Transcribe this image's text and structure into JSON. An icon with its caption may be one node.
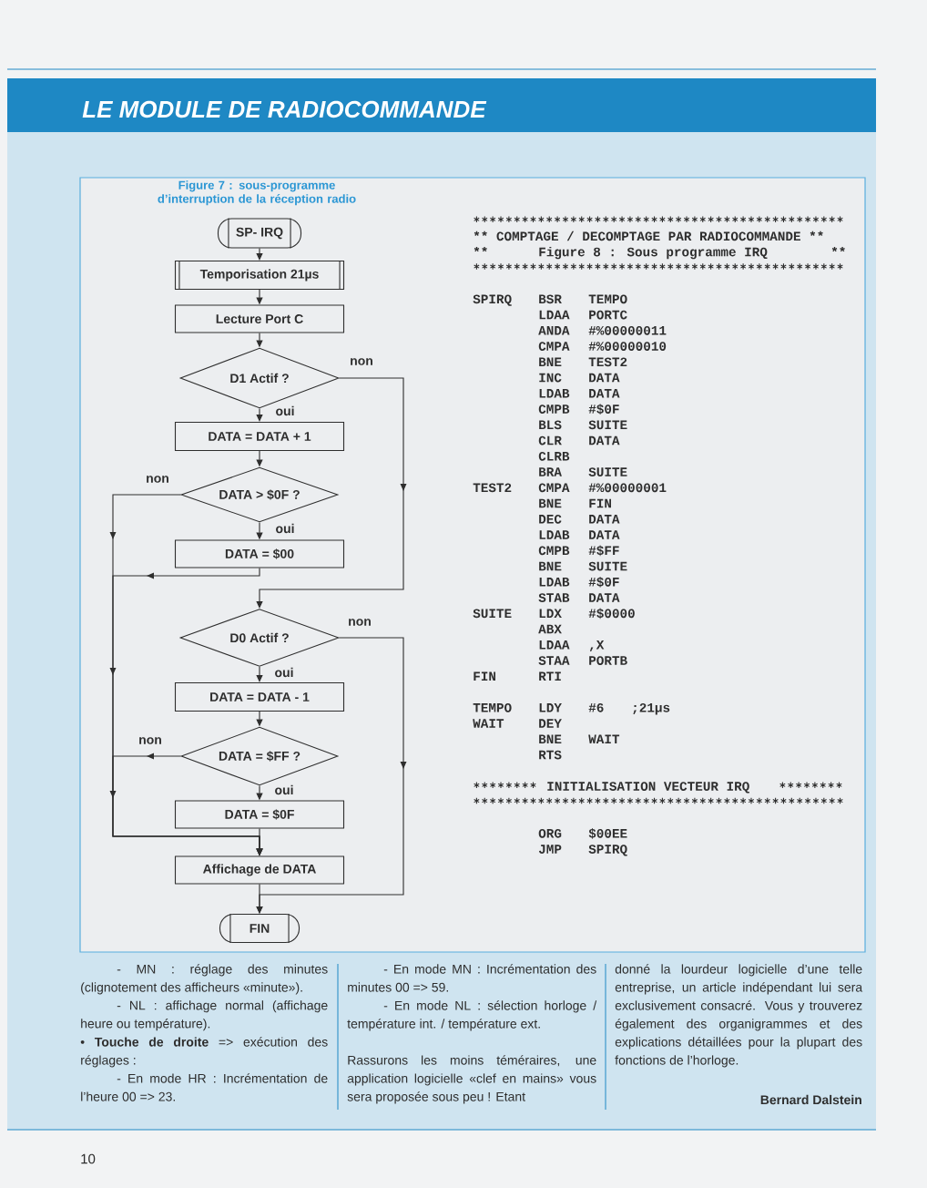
{
  "diagram": {
    "title": "LE MODULE DE RADIOCOMMANDE",
    "caption": "Figure 7 : sous-programme d’interruption de la réception radio",
    "nodes": [
      {
        "text": [
          "SP- IRQ"
        ]
      },
      {
        "text": [
          "Temporisation 21µs"
        ]
      },
      {
        "text": [
          "Lecture Port C"
        ]
      },
      {
        "text": [
          "D1 Actif ?"
        ]
      },
      {
        "text": [
          "DATA = DATA + 1"
        ]
      },
      {
        "text": [
          "DATA > $0F ?"
        ]
      },
      {
        "text": [
          "DATA = $00"
        ]
      },
      {
        "text": [
          "D0 Actif ?"
        ]
      },
      {
        "text": [
          "DATA = DATA - 1"
        ]
      },
      {
        "text": [
          "DATA = $FF ?"
        ]
      },
      {
        "text": [
          "DATA = $0F"
        ]
      },
      {
        "text": [
          "Affichage de DATA"
        ]
      },
      {
        "text": [
          "FIN"
        ]
      }
    ],
    "edges": [
      {
        "from": 0,
        "to": 1,
        "arrow": "to"
      },
      {
        "from": 1,
        "to": 2,
        "arrow": "to"
      },
      {
        "from": 2,
        "to": 3,
        "arrow": "to"
      },
      {
        "from": 3,
        "to": 4,
        "arrow": "to",
        "label": "oui"
      },
      {
        "from": 3,
        "to": 7,
        "arrow": "to",
        "label": "non"
      },
      {
        "from": 4,
        "to": 5,
        "arrow": "to"
      },
      {
        "from": 5,
        "to": 6,
        "arrow": "to",
        "label": "oui"
      },
      {
        "from": 5,
        "to": 11,
        "arrow": "to",
        "label": "non"
      },
      {
        "from": 6,
        "to": 11,
        "arrow": "to"
      },
      {
        "from": 7,
        "to": 8,
        "arrow": "to",
        "label": "oui"
      },
      {
        "from": 7,
        "to": 12,
        "arrow": "to",
        "label": "non"
      },
      {
        "from": 8,
        "to": 9,
        "arrow": "to"
      },
      {
        "from": 9,
        "to": 10,
        "arrow": "to",
        "label": "oui"
      },
      {
        "from": 9,
        "to": 11,
        "arrow": "to",
        "label": "non"
      },
      {
        "from": 10,
        "to": 11,
        "arrow": "to"
      },
      {
        "from": 11,
        "to": 12,
        "arrow": "to"
      }
    ],
    "labels": [
      "** COMPTAGE / DECOMPTAGE PAR RADIOCOMMANDE **",
      "**",
      "Figure 8 : Sous programme IRQ",
      "**",
      "SPIRQ",
      "BSR",
      "TEMPO",
      "LDAA",
      "PORTC",
      "ANDA",
      "#%00000011",
      "CMPA",
      "#%00000010",
      "BNE",
      "TEST2",
      "INC",
      "DATA",
      "LDAB",
      "DATA",
      "CMPB",
      "#$0F",
      "BLS",
      "SUITE",
      "CLR",
      "DATA",
      "CLRB",
      "BRA",
      "SUITE",
      "TEST2",
      "CMPA",
      "#%00000001",
      "BNE",
      "FIN",
      "DEC",
      "DATA",
      "LDAB",
      "DATA",
      "CMPB",
      "#$FF",
      "BNE",
      "SUITE",
      "LDAB",
      "#$0F",
      "STAB",
      "DATA",
      "SUITE",
      "LDX",
      "#$0000",
      "ABX",
      "LDAA",
      ",X",
      "STAA",
      "PORTB",
      "FIN",
      "RTI",
      "TEMPO",
      "LDY",
      "#6",
      ";21µs",
      "WAIT",
      "DEY",
      "BNE",
      "WAIT",
      "RTS",
      "INITIALISATION VECTEUR IRQ",
      "ORG",
      "$00EE",
      "JMP",
      "SPIRQ",
      "- MN : réglage des minutes (clignotement des afficheurs «minute»).",
      "- NL : affichage normal (affichage heure ou température).",
      "• **Touche de droite** => exécution des réglages :",
      "- En mode HR : Incrémentation de l’heure 00 => 23.",
      "- En mode MN : Incrémentation des minutes 00 => 59.",
      "- En mode NL : sélection horloge / température int. / température ext.",
      "Rassurons les moins téméraires, une application logicielle «clef en mains» vous sera proposée sous peu ! Etant",
      "donné la lourdeur logicielle d’une telle entreprise, un article indépendant lui sera exclusivement consacré. Vous y trouverez également des organigrammes et des explications détaillées pour la plupart des fonctions de l’horloge.",
      "Bernard Dalstein",
      "10"
    ]
  }
}
